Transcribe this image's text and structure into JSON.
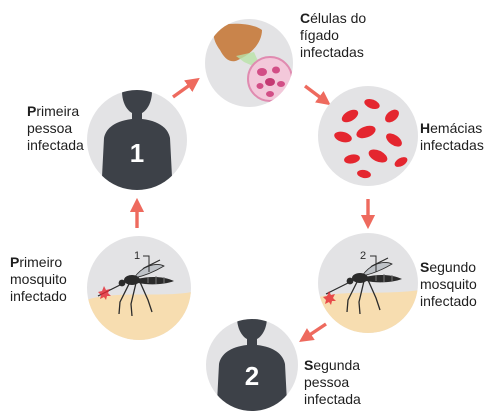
{
  "colors": {
    "circle": "#e3e3e5",
    "arrow": "#ee6a5e",
    "skin": "#f7ddb0",
    "blood": "#e4262f",
    "silhouette": "#3d4148",
    "liver": "#c9844b",
    "cell": "#d24e86",
    "text": "#1e1e1e"
  },
  "icons": {
    "person_one": "person-silhouette-icon",
    "person_two": "person-silhouette-icon",
    "liver": "liver-icon",
    "liver_cell": "liver-cell-icon",
    "red_cells": "red-blood-cells-icon",
    "mosquito": "mosquito-icon"
  },
  "stages": {
    "liver_cells": {
      "lines": [
        "Células do",
        "fígado",
        "infectadas"
      ]
    },
    "red_cells": {
      "lines": [
        "Hemácias",
        "infectadas"
      ]
    },
    "second_mosquito": {
      "lines": [
        "Segundo",
        "mosquito",
        "infectado"
      ],
      "number": "2"
    },
    "second_person": {
      "lines": [
        "Segunda",
        "pessoa",
        "infectada"
      ],
      "number": "2"
    },
    "first_mosquito": {
      "lines": [
        "Primeiro",
        "mosquito",
        "infectado"
      ],
      "number": "1"
    },
    "first_person": {
      "lines": [
        "Primeira",
        "pessoa",
        "infectada"
      ],
      "number": "1"
    }
  }
}
